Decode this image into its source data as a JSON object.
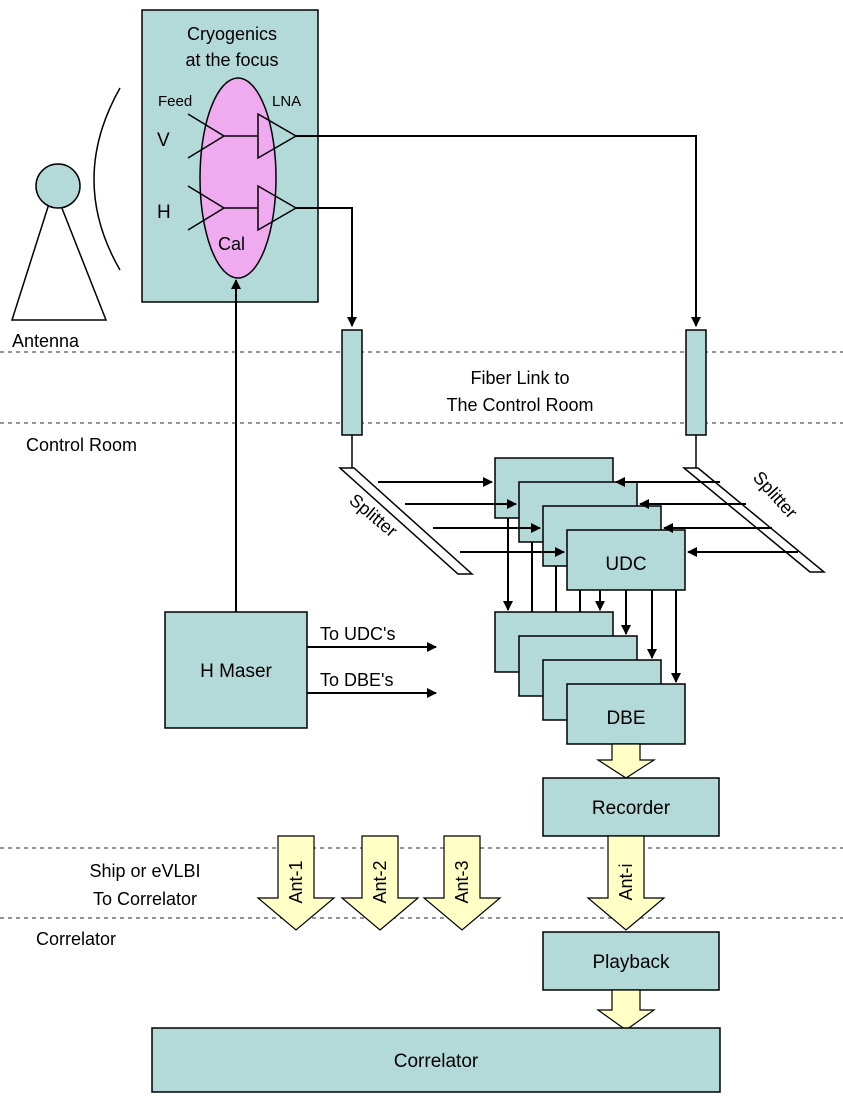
{
  "cryo": {
    "line1": "Cryogenics",
    "line2": "at the focus"
  },
  "feed_label": "Feed",
  "lna_label": "LNA",
  "pol_v": "V",
  "pol_h": "H",
  "cal_label": "Cal",
  "zones": {
    "antenna": "Antenna",
    "control_room": "Control Room",
    "correlator": "Correlator"
  },
  "fiber": {
    "line1": "Fiber Link to",
    "line2": "The Control Room"
  },
  "splitter_left": "Splitter",
  "splitter_right": "Splitter",
  "udc_label": "UDC",
  "dbe_label": "DBE",
  "maser_label": "H Maser",
  "to_udc": "To UDC's",
  "to_dbe": "To DBE's",
  "recorder_label": "Recorder",
  "ship": {
    "line1": "Ship or eVLBI",
    "line2": "To Correlator"
  },
  "ant_arrows": [
    "Ant-1",
    "Ant-2",
    "Ant-3"
  ],
  "ant_i": "Ant-i",
  "playback_label": "Playback",
  "correlator_label": "Correlator",
  "colors": {
    "box_fill": "#b4d9d9",
    "ellipse_fill": "#f0aaf0",
    "arrow_fill": "#ffffc6"
  }
}
